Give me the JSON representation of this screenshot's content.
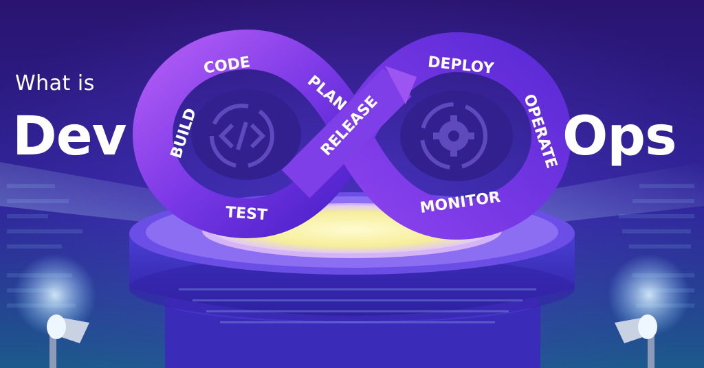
{
  "heading": {
    "prefix": "What is",
    "word_left": "Dev",
    "word_right": "Ops"
  },
  "loop_stages": [
    "CODE",
    "BUILD",
    "TEST",
    "PLAN",
    "RELEASE",
    "DEPLOY",
    "OPERATE",
    "MONITOR"
  ],
  "icons": {
    "left_loop": "code-brackets-icon",
    "right_loop": "gear-icon"
  },
  "colors": {
    "background": "#2b1677",
    "loop_light": "#9d4ef0",
    "loop_dark": "#4a20c9",
    "podium_top": "#fff6a8",
    "podium_side": "#3b2fc4",
    "text": "#ffffff"
  }
}
